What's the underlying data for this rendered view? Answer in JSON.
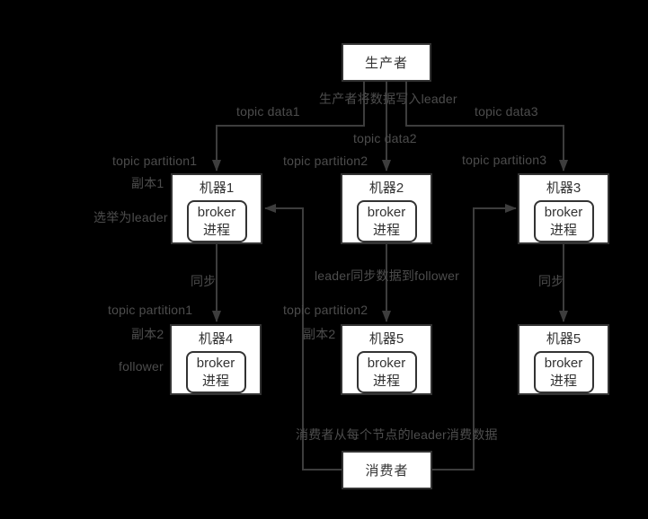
{
  "colors": {
    "background": "#000000",
    "line": "#3d3d3d",
    "label_text": "#4d4d4d",
    "box_fill": "#ffffff",
    "box_border": "#333333",
    "box_text": "#333333"
  },
  "nodes": {
    "producer": {
      "label": "生产者"
    },
    "consumer": {
      "label": "消费者"
    },
    "machines": [
      {
        "name": "机器1",
        "proc1": "broker",
        "proc2": "进程"
      },
      {
        "name": "机器2",
        "proc1": "broker",
        "proc2": "进程"
      },
      {
        "name": "机器3",
        "proc1": "broker",
        "proc2": "进程"
      },
      {
        "name": "机器4",
        "proc1": "broker",
        "proc2": "进程"
      },
      {
        "name": "机器5",
        "proc1": "broker",
        "proc2": "进程"
      },
      {
        "name": "机器5",
        "proc1": "broker",
        "proc2": "进程"
      }
    ]
  },
  "labels": {
    "producer_writes": "生产者将数据写入leader",
    "topic_data1": "topic data1",
    "topic_data2": "topic data2",
    "topic_data3": "topic data3",
    "topic_partition1_top": "topic partition1",
    "topic_partition2_top": "topic partition2",
    "topic_partition3_top": "topic partition3",
    "replica1": "副本1",
    "elected_leader": "选举为leader",
    "sync_left": "同步",
    "leader_sync_to_follower": "leader同步数据到follower",
    "sync_right": "同步",
    "topic_partition1_bottom": "topic partition1",
    "topic_partition2_bottom": "topic partition2",
    "replica2_left": "副本2",
    "replica2_mid": "副本2",
    "follower": "follower",
    "consumer_reads": "消费者从每个节点的leader消费数据"
  }
}
